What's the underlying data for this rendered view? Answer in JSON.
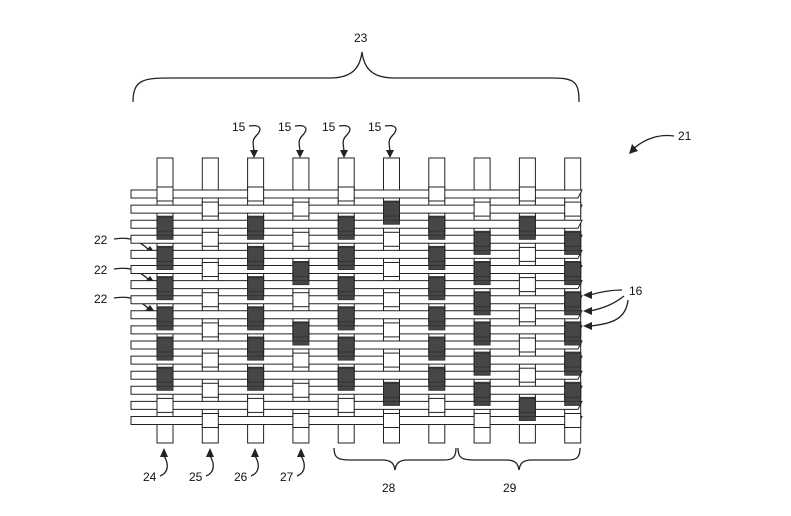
{
  "labels": {
    "top_group": "23",
    "figure_ref": "21",
    "warp_ref": "15",
    "weft_ref": "22",
    "weft_group": "16",
    "bottom_a": "24",
    "bottom_b": "25",
    "bottom_c": "26",
    "bottom_d": "27",
    "bottom_e": "28",
    "bottom_f": "29"
  },
  "colors": {
    "line": "#222222",
    "fill_dark": "#333333",
    "background": "#ffffff"
  },
  "weave": {
    "warp_count": 10,
    "weft_count": 16,
    "pattern": [
      [
        0,
        0,
        0,
        0,
        0,
        0,
        0,
        0,
        0,
        0
      ],
      [
        0,
        0,
        0,
        0,
        0,
        1,
        0,
        0,
        0,
        0
      ],
      [
        1,
        0,
        1,
        0,
        1,
        0,
        1,
        0,
        1,
        0
      ],
      [
        0,
        0,
        0,
        0,
        0,
        0,
        0,
        1,
        0,
        1
      ],
      [
        1,
        0,
        1,
        0,
        1,
        0,
        1,
        0,
        0,
        0
      ],
      [
        0,
        0,
        0,
        1,
        0,
        0,
        0,
        1,
        0,
        1
      ],
      [
        1,
        0,
        1,
        0,
        1,
        0,
        1,
        0,
        0,
        0
      ],
      [
        0,
        0,
        0,
        0,
        0,
        0,
        0,
        1,
        0,
        1
      ],
      [
        1,
        0,
        1,
        0,
        1,
        0,
        1,
        0,
        0,
        0
      ],
      [
        0,
        0,
        0,
        1,
        0,
        0,
        0,
        1,
        0,
        1
      ],
      [
        1,
        0,
        1,
        0,
        1,
        0,
        1,
        0,
        0,
        0
      ],
      [
        0,
        0,
        0,
        0,
        0,
        0,
        0,
        1,
        0,
        1
      ],
      [
        1,
        0,
        1,
        0,
        1,
        0,
        1,
        0,
        0,
        0
      ],
      [
        0,
        0,
        0,
        0,
        0,
        1,
        0,
        1,
        0,
        1
      ],
      [
        0,
        0,
        0,
        0,
        0,
        0,
        0,
        0,
        1,
        0
      ],
      [
        0,
        0,
        0,
        0,
        0,
        0,
        0,
        0,
        0,
        0
      ]
    ]
  }
}
